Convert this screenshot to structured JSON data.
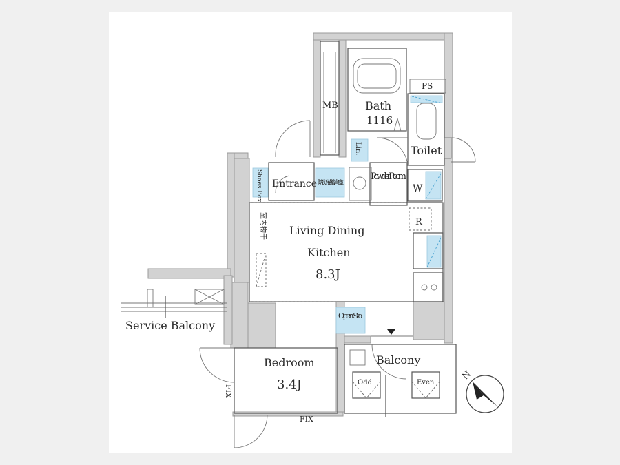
{
  "rooms": {
    "mb": "MB",
    "ps": "PS",
    "bath": "Bath",
    "bath_size": "1116",
    "toilet": "Toilet",
    "linen": "Lin.",
    "shoes_box": "Shoes Box",
    "entrance": "Entrance",
    "storage_jp": "防災備蓄倉庫",
    "powder_room": "Powder Room",
    "washer": "W",
    "refrigerator": "R",
    "ldk_line1": "Living Dining",
    "ldk_line2": "Kitchen",
    "ldk_size": "8.3J",
    "indoor_drying": "室内物干",
    "open_storage": "Open Sto.",
    "bedroom": "Bedroom",
    "bedroom_size": "3.4J",
    "balcony": "Balcony",
    "odd": "Odd",
    "even": "Even",
    "service_balcony": "Service Balcony",
    "fix_bottom": "FIX",
    "fix_side": "FIX"
  },
  "compass": {
    "north": "N"
  },
  "colors": {
    "accent_blue": "#c5e4f3",
    "wall_gray": "#d2d2d2"
  }
}
